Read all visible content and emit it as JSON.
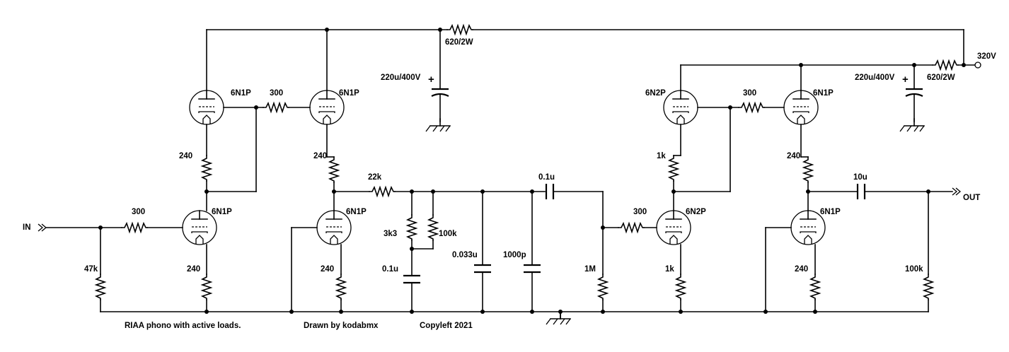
{
  "labels": {
    "in": "IN",
    "out": "OUT",
    "supply": "320V",
    "title": "RIAA phono with active loads.",
    "drawn_by": "Drawn by kodabmx",
    "copyleft": "Copyleft 2021"
  },
  "tubes": {
    "v1_top": "6N1P",
    "v2_top": "6N1P",
    "v1_bottom": "6N1P",
    "v2_bottom": "6N1P",
    "v3_top": "6N2P",
    "v4_top": "6N1P",
    "v3_bottom": "6N2P",
    "v4_bottom": "6N1P"
  },
  "resistors": {
    "r_supply_1": "620/2W",
    "r_supply_2": "620/2W",
    "r_grid_1": "300",
    "r_grid_2": "300",
    "r_grid_3": "300",
    "r_grid_4": "300",
    "r_k_1a": "240",
    "r_k_2a": "240",
    "r_k_1b": "240",
    "r_k_2b": "240",
    "r_k_3a": "1k",
    "r_k_4a": "240",
    "r_k_3b": "1k",
    "r_k_4b": "240",
    "r_in": "47k",
    "r_series": "22k",
    "r_riaa_1": "3k3",
    "r_riaa_2": "100k",
    "r_grid_leak": "1M",
    "r_out": "100k"
  },
  "capacitors": {
    "c_supply_1": "220u/400V",
    "c_supply_2": "220u/400V",
    "c_riaa_1": "0.1u",
    "c_riaa_2": "0.033u",
    "c_riaa_3": "1000p",
    "c_couple": "0.1u",
    "c_out": "10u"
  }
}
